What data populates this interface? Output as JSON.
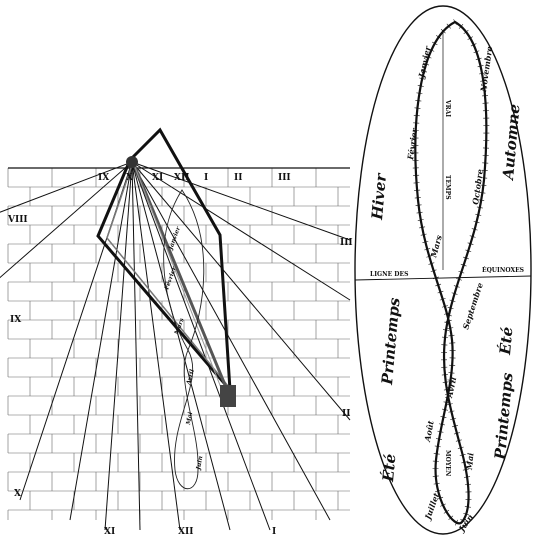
{
  "left_panel": {
    "hour_labels_top": [
      "IX",
      "X",
      "XI",
      "XII",
      "I",
      "II",
      "III"
    ],
    "hour_labels_left": [
      "VIII",
      "IX",
      "X"
    ],
    "hour_labels_right": [
      "III",
      "II"
    ],
    "hour_labels_bottom": [
      "XI",
      "XII",
      "I"
    ],
    "curve_labels": [
      "Janvier",
      "Février",
      "Mars",
      "Avril",
      "Mai",
      "Juin"
    ]
  },
  "right_panel": {
    "axis_top": "VRAI",
    "axis_mid": "TEMPS",
    "axis_bottom": "MOYEN",
    "equinox_left": "LIGNE DES",
    "equinox_right": "ÉQUINOXES",
    "seasons": {
      "hiver": "Hiver",
      "automne": "Automne",
      "printemps_left": "Printemps",
      "ete_right": "Été",
      "ete_left": "Été",
      "printemps_right": "Printemps"
    },
    "months": {
      "janvier": "Janvier",
      "novembre": "Novembre",
      "fevrier": "Février",
      "octobre": "Octobre",
      "mars": "Mars",
      "septembre": "Septembre",
      "avril": "Avril",
      "aout": "Août",
      "mai": "Mai",
      "juillet": "Juillet",
      "juin": "Juin"
    }
  }
}
